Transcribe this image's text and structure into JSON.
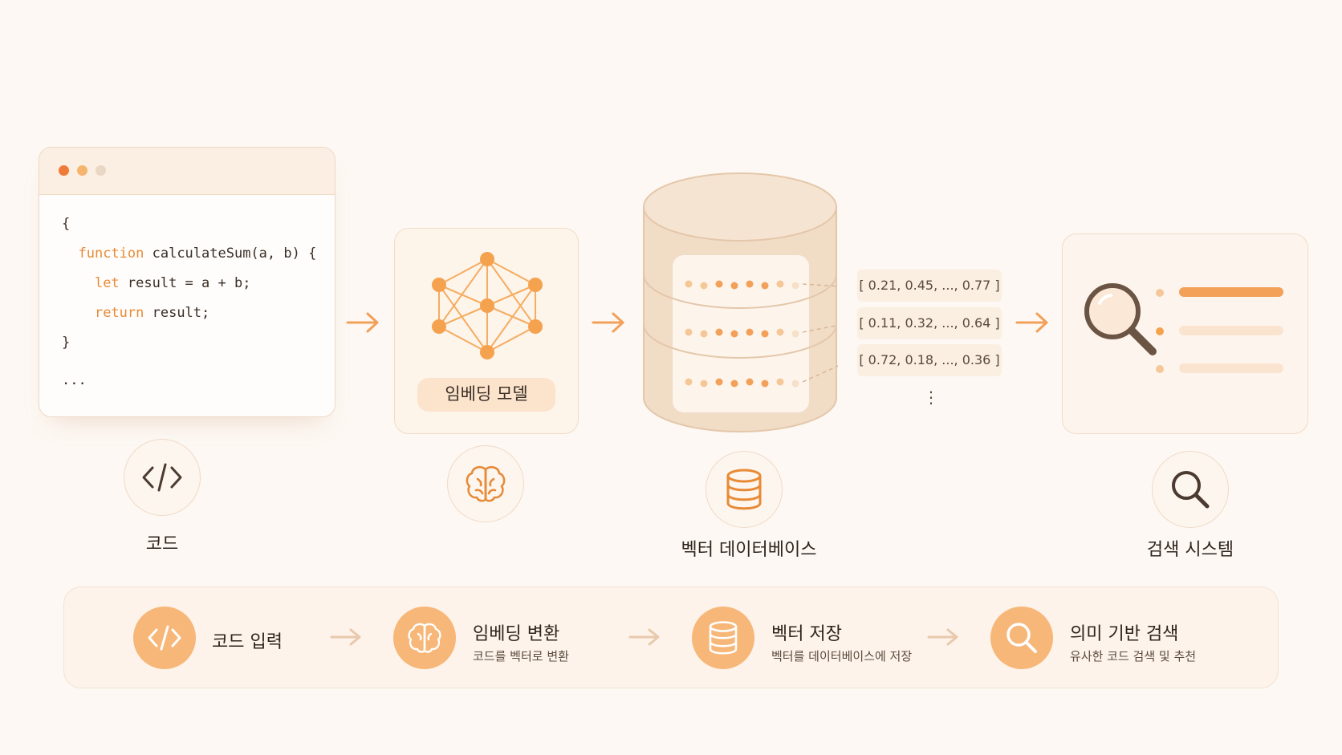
{
  "code": {
    "lines": [
      [
        {
          "t": "{",
          "k": false
        }
      ],
      [
        {
          "t": "  ",
          "k": false
        },
        {
          "t": "function",
          "k": true
        },
        {
          "t": " calculateSum(a, b) {",
          "k": false
        }
      ],
      [
        {
          "t": "    ",
          "k": false
        },
        {
          "t": "let",
          "k": true
        },
        {
          "t": " result = a + b;",
          "k": false
        }
      ],
      [
        {
          "t": "    ",
          "k": false
        },
        {
          "t": "return",
          "k": true
        },
        {
          "t": " result;",
          "k": false
        }
      ],
      [
        {
          "t": "}",
          "k": false
        }
      ],
      [
        {
          "t": "...",
          "k": false
        }
      ]
    ]
  },
  "model_chip": "임베딩 모델",
  "vectors": [
    "[ 0.21, 0.45, ..., 0.77 ]",
    "[ 0.11, 0.32, ..., 0.64 ]",
    "[ 0.72, 0.18, ..., 0.36 ]"
  ],
  "vectors_more": "⋮",
  "labels": {
    "code": "코드",
    "db": "벡터 데이터베이스",
    "search": "검색 시스템"
  },
  "bottom_steps": [
    {
      "icon": "code-icon",
      "title": "코드 입력",
      "sub": ""
    },
    {
      "icon": "brain-icon",
      "title": "임베딩 변환",
      "sub": "코드를 벡터로 변환"
    },
    {
      "icon": "database-icon",
      "title": "벡터 저장",
      "sub": "벡터를 데이터베이스에 저장"
    },
    {
      "icon": "search-icon",
      "title": "의미 기반 검색",
      "sub": "유사한 코드 검색 및 추천"
    }
  ],
  "colors": {
    "accent": "#f2a05a",
    "accent_dark": "#e88a36",
    "bg": "#fdf8f3",
    "icon_dark": "#6b5444"
  }
}
